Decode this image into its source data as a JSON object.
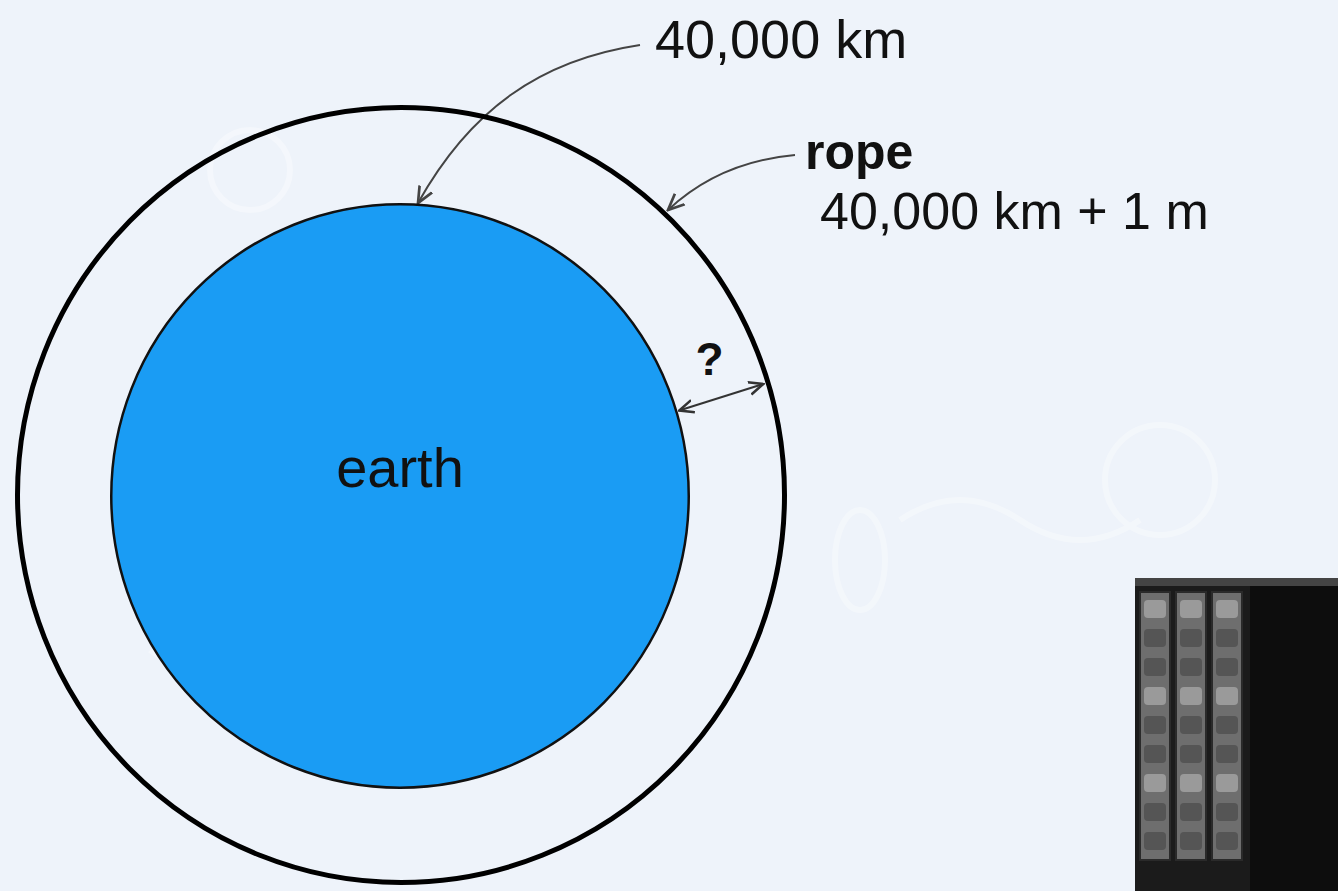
{
  "diagram": {
    "nodes": [
      {
        "text": [
          "rope",
          "40,000 km + 1 m"
        ]
      },
      {
        "text": [
          "earth"
        ],
        "in": 0
      }
    ],
    "edges": [
      {
        "from": 1,
        "to": 0,
        "arrow": "both",
        "label": "?"
      }
    ],
    "labels": [
      "40,000 km"
    ]
  }
}
